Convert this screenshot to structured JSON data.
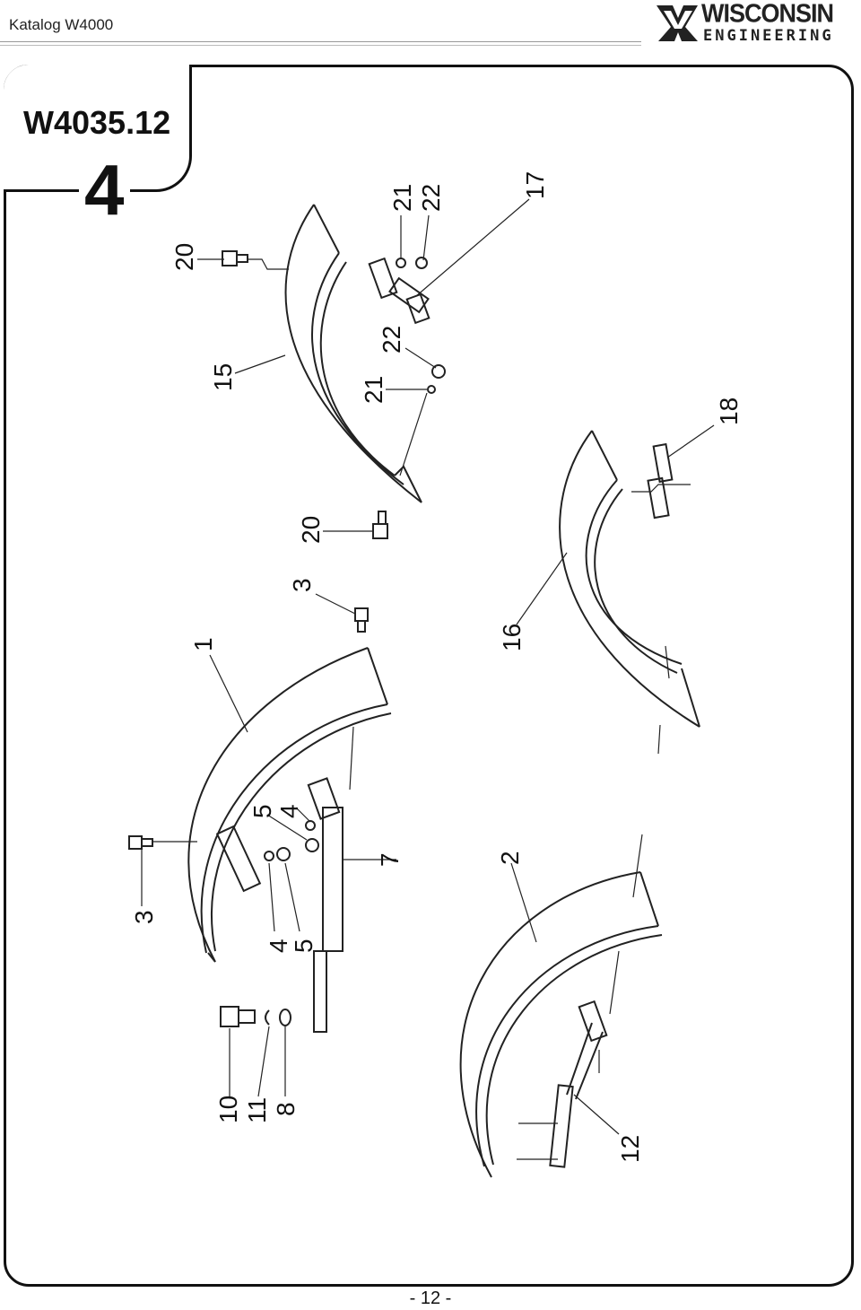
{
  "header": {
    "title": "Katalog W4000",
    "logo_brand": "WISCONSIN",
    "logo_sub": "ENGINEERING"
  },
  "section": {
    "code": "W4035.12",
    "number": "4"
  },
  "callouts": [
    "20",
    "21",
    "22",
    "17",
    "15",
    "22",
    "21",
    "20",
    "18",
    "3",
    "1",
    "16",
    "5",
    "4",
    "7",
    "3",
    "4",
    "5",
    "2",
    "10",
    "11",
    "8",
    "12"
  ],
  "footer": {
    "page": "- 12 -"
  }
}
